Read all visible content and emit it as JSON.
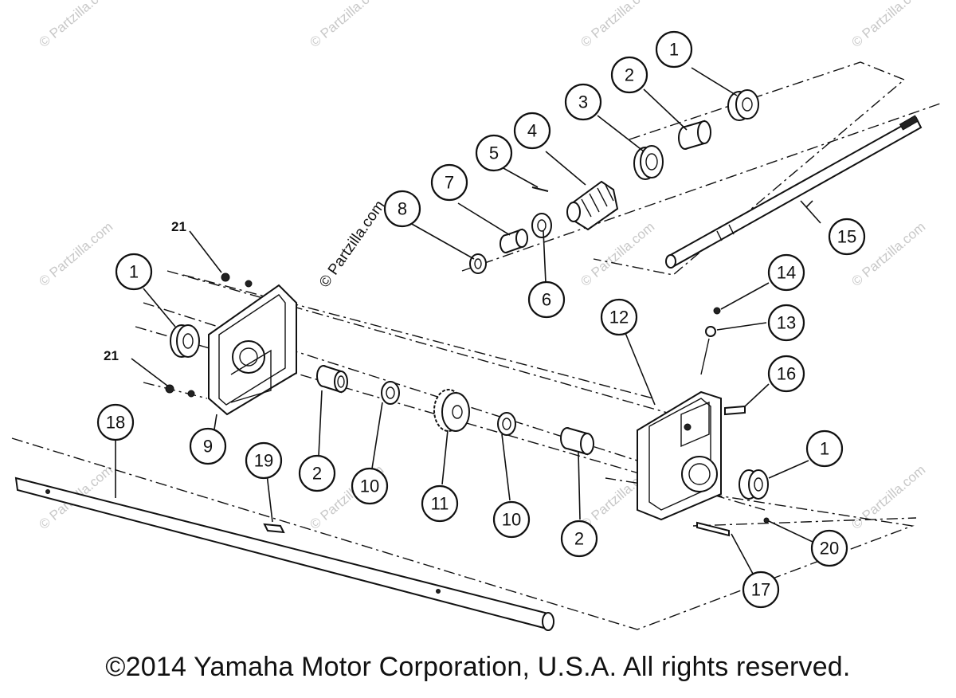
{
  "watermark": "© Partzilla.com",
  "watermark_overlay": "© Partzilla.com",
  "copyright": "©2014 Yamaha Motor Corporation, U.S.A. All rights reserved.",
  "callouts": {
    "c1a": "1",
    "c2a": "2",
    "c3": "3",
    "c4": "4",
    "c5": "5",
    "c6": "6",
    "c7": "7",
    "c8": "8",
    "c1b": "1",
    "c12": "12",
    "c13": "13",
    "c14": "14",
    "c15": "15",
    "c16": "16",
    "c9": "9",
    "c2b": "2",
    "c10a": "10",
    "c11": "11",
    "c10b": "10",
    "c2c": "2",
    "c1c": "1",
    "c17": "17",
    "c20": "20",
    "c18": "18",
    "c19": "19"
  },
  "bold_labels": {
    "l21a": "21",
    "l21b": "21"
  }
}
